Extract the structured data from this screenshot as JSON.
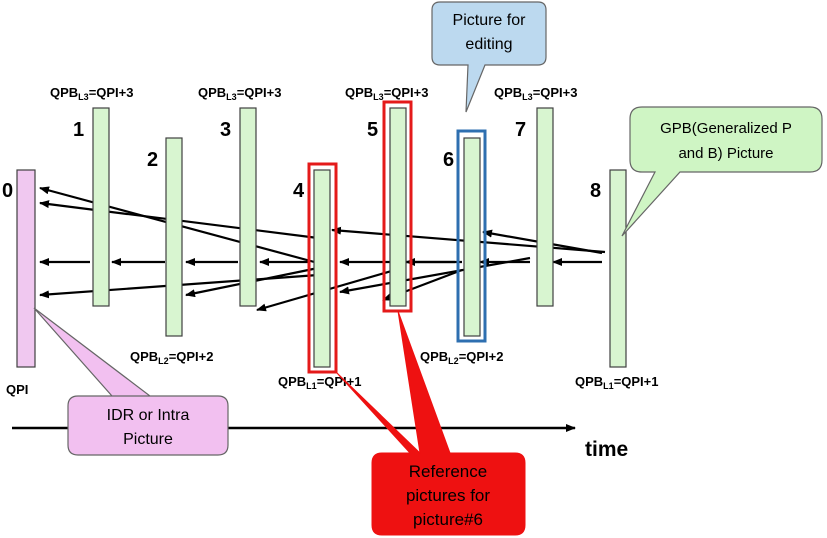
{
  "pictures": [
    {
      "number": "0"
    },
    {
      "number": "1"
    },
    {
      "number": "2"
    },
    {
      "number": "3"
    },
    {
      "number": "4"
    },
    {
      "number": "5"
    },
    {
      "number": "6"
    },
    {
      "number": "7"
    },
    {
      "number": "8"
    }
  ],
  "qp_labels": [
    {
      "base": "QPB",
      "sub": "L3",
      "suffix": "=QPI+3"
    },
    {
      "base": "QPB",
      "sub": "L2",
      "suffix": "=QPI+2"
    },
    {
      "base": "QPB",
      "sub": "L3",
      "suffix": "=QPI+3"
    },
    {
      "base": "QPB",
      "sub": "L1",
      "suffix": "=QPI+1"
    },
    {
      "base": "QPB",
      "sub": "L3",
      "suffix": "=QPI+3"
    },
    {
      "base": "QPB",
      "sub": "L2",
      "suffix": "=QPI+2"
    },
    {
      "base": "QPB",
      "sub": "L3",
      "suffix": "=QPI+3"
    },
    {
      "base": "QPB",
      "sub": "L1",
      "suffix": "=QPI+1"
    }
  ],
  "qpi_label": "QPI",
  "callouts": {
    "editing": [
      "Picture for",
      "editing"
    ],
    "gpb": [
      "GPB(Generalized P",
      "and B) Picture"
    ],
    "idr": [
      "IDR or Intra",
      "Picture"
    ],
    "reference": [
      "Reference",
      "pictures for",
      "picture#6"
    ]
  },
  "time_label": "time",
  "colors": {
    "intra_fill": "#f0c8f0",
    "inter_fill": "#d8f5d0",
    "bar_stroke": "#404040",
    "highlight_red": "#e41a1a",
    "highlight_blue": "#2e6fb0",
    "callout_blue": "#bcd9ef",
    "callout_green": "#cff5c4",
    "callout_pink": "#f2c0f0",
    "callout_red": "#ee1111"
  }
}
